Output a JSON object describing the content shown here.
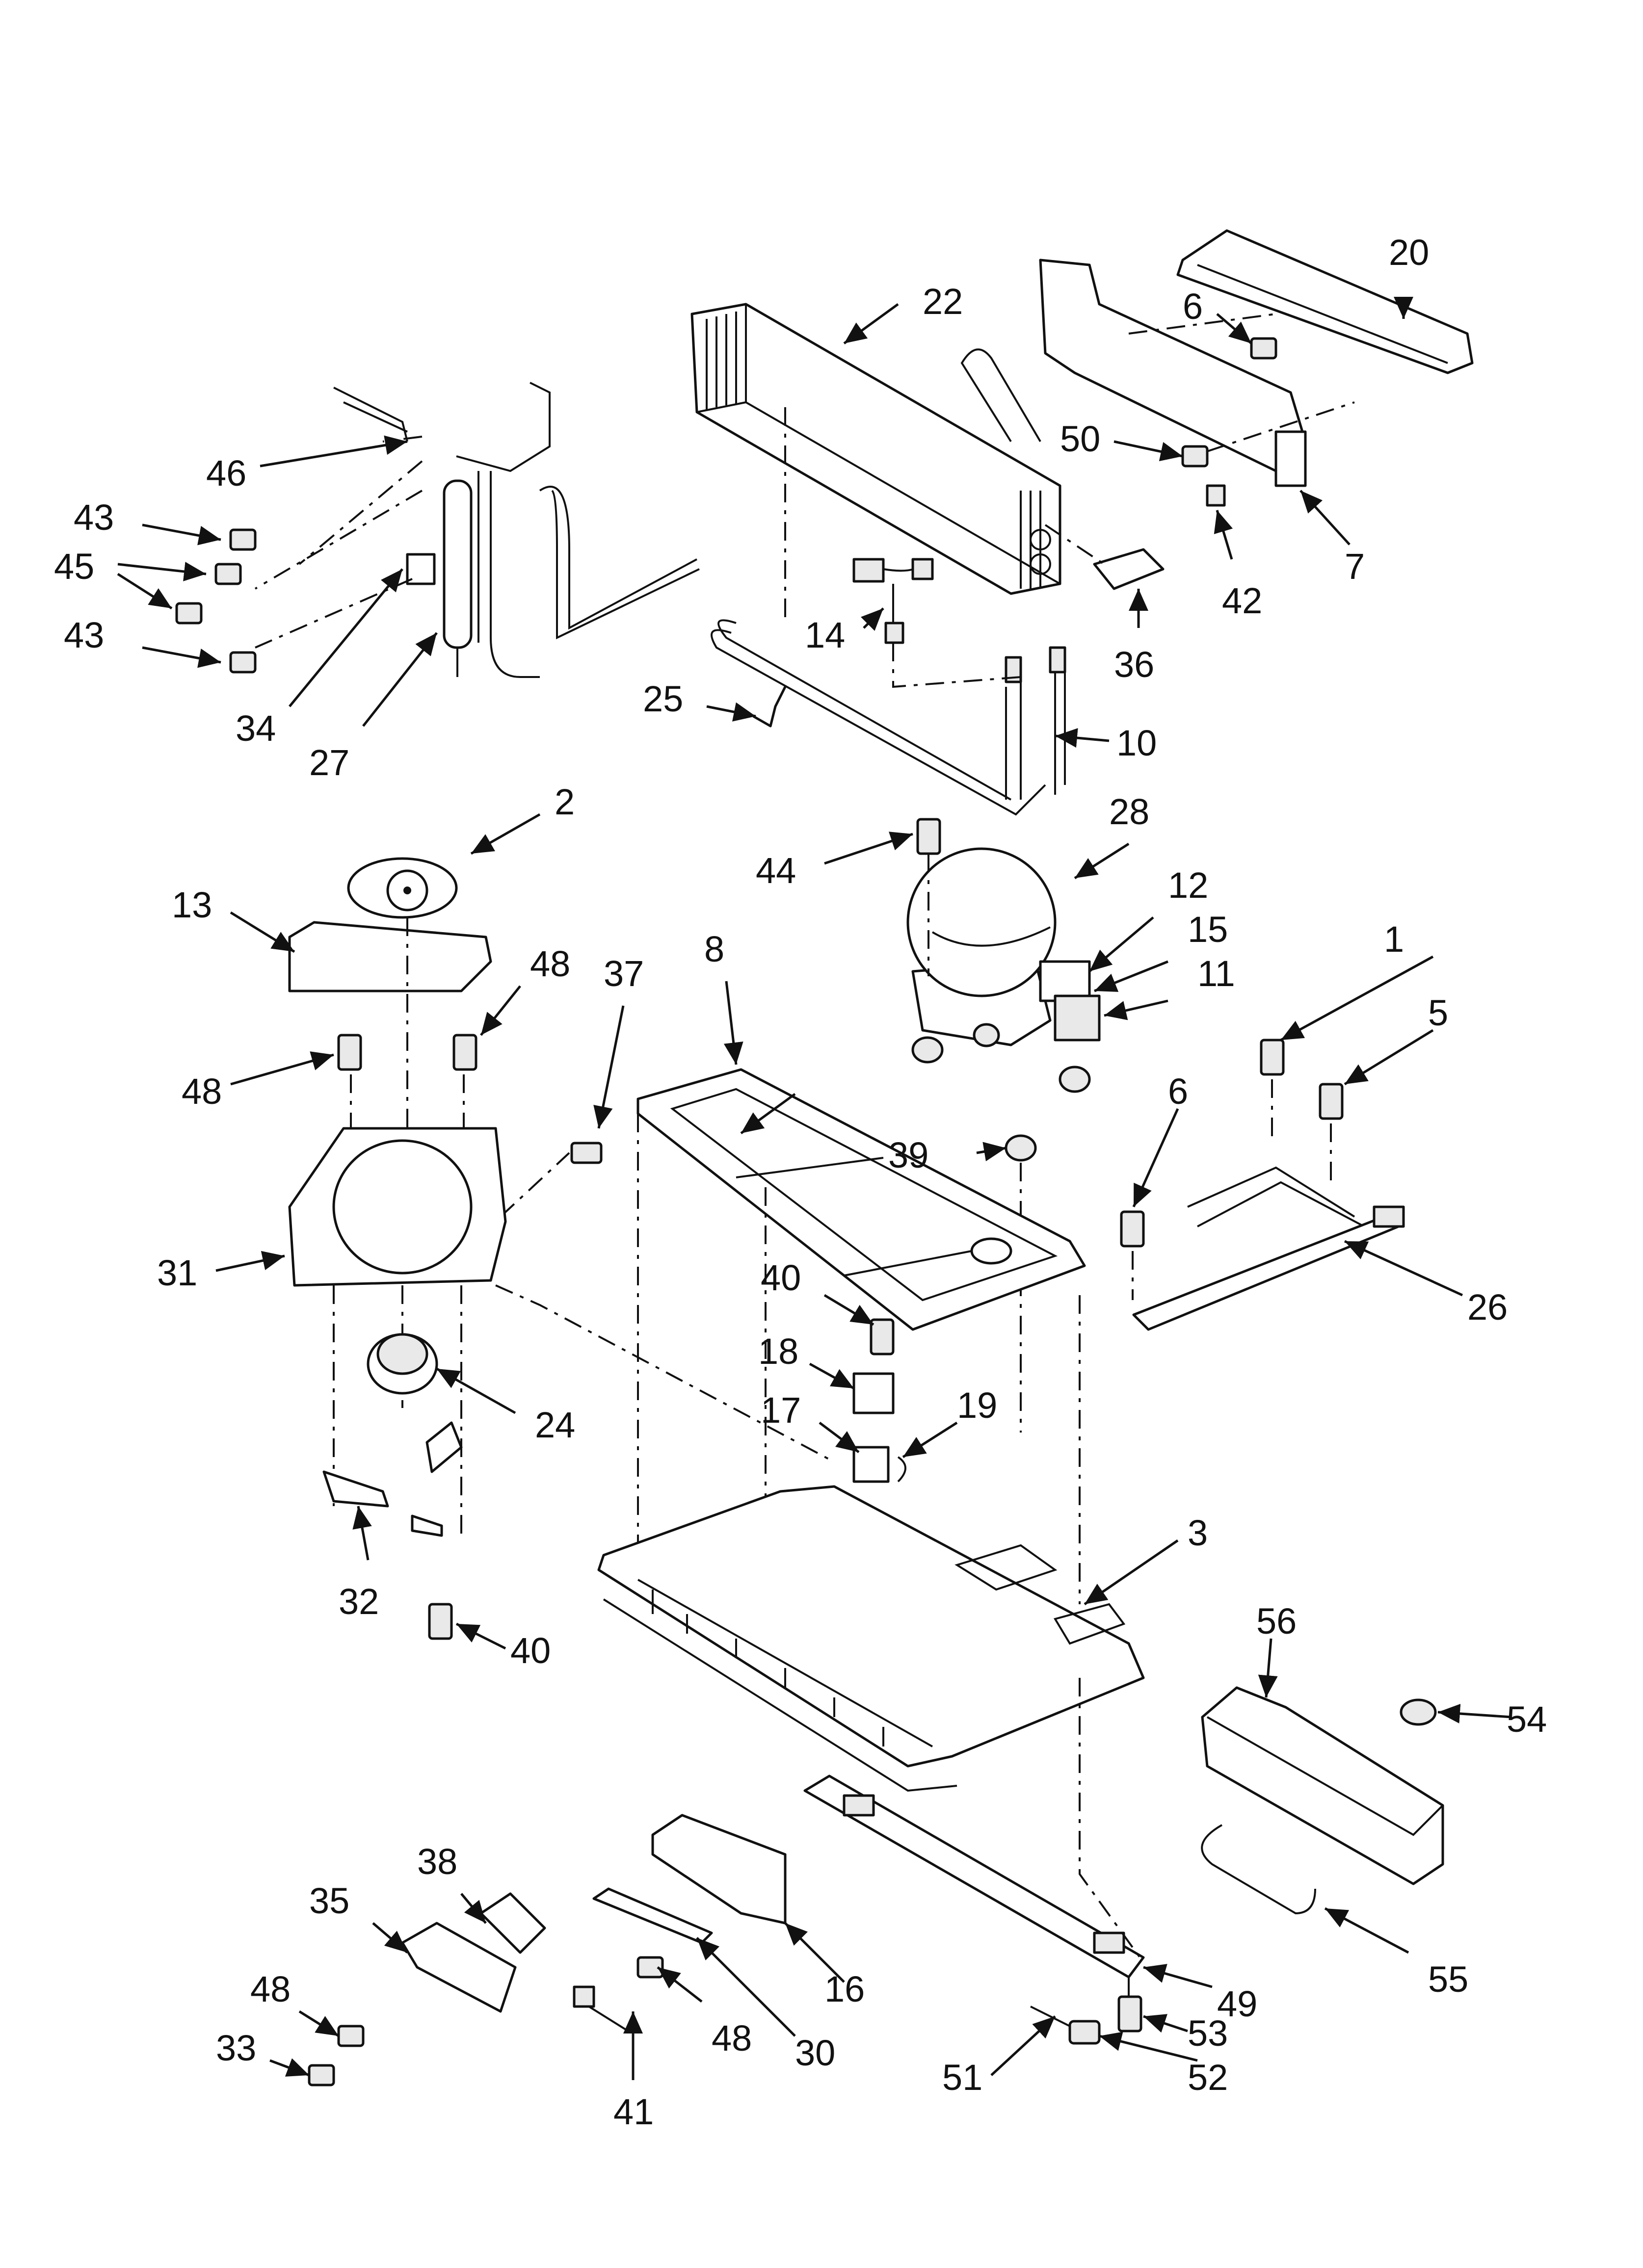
{
  "diagram": {
    "callouts": [
      {
        "id": "c-1",
        "label": "1"
      },
      {
        "id": "c-2",
        "label": "2"
      },
      {
        "id": "c-3",
        "label": "3"
      },
      {
        "id": "c-5",
        "label": "5"
      },
      {
        "id": "c-6a",
        "label": "6"
      },
      {
        "id": "c-6b",
        "label": "6"
      },
      {
        "id": "c-7",
        "label": "7"
      },
      {
        "id": "c-8",
        "label": "8"
      },
      {
        "id": "c-10",
        "label": "10"
      },
      {
        "id": "c-11",
        "label": "11"
      },
      {
        "id": "c-12",
        "label": "12"
      },
      {
        "id": "c-13",
        "label": "13"
      },
      {
        "id": "c-14",
        "label": "14"
      },
      {
        "id": "c-15",
        "label": "15"
      },
      {
        "id": "c-16",
        "label": "16"
      },
      {
        "id": "c-17",
        "label": "17"
      },
      {
        "id": "c-18",
        "label": "18"
      },
      {
        "id": "c-19",
        "label": "19"
      },
      {
        "id": "c-20",
        "label": "20"
      },
      {
        "id": "c-22",
        "label": "22"
      },
      {
        "id": "c-24",
        "label": "24"
      },
      {
        "id": "c-25",
        "label": "25"
      },
      {
        "id": "c-26",
        "label": "26"
      },
      {
        "id": "c-27",
        "label": "27"
      },
      {
        "id": "c-28",
        "label": "28"
      },
      {
        "id": "c-30",
        "label": "30"
      },
      {
        "id": "c-31",
        "label": "31"
      },
      {
        "id": "c-32",
        "label": "32"
      },
      {
        "id": "c-33",
        "label": "33"
      },
      {
        "id": "c-34",
        "label": "34"
      },
      {
        "id": "c-35",
        "label": "35"
      },
      {
        "id": "c-36",
        "label": "36"
      },
      {
        "id": "c-37",
        "label": "37"
      },
      {
        "id": "c-38",
        "label": "38"
      },
      {
        "id": "c-39",
        "label": "39"
      },
      {
        "id": "c-40a",
        "label": "40"
      },
      {
        "id": "c-40b",
        "label": "40"
      },
      {
        "id": "c-41",
        "label": "41"
      },
      {
        "id": "c-42",
        "label": "42"
      },
      {
        "id": "c-43a",
        "label": "43"
      },
      {
        "id": "c-43b",
        "label": "43"
      },
      {
        "id": "c-44",
        "label": "44"
      },
      {
        "id": "c-45",
        "label": "45"
      },
      {
        "id": "c-46",
        "label": "46"
      },
      {
        "id": "c-48a",
        "label": "48"
      },
      {
        "id": "c-48b",
        "label": "48"
      },
      {
        "id": "c-48c",
        "label": "48"
      },
      {
        "id": "c-48d",
        "label": "48"
      },
      {
        "id": "c-49",
        "label": "49"
      },
      {
        "id": "c-50",
        "label": "50"
      },
      {
        "id": "c-51",
        "label": "51"
      },
      {
        "id": "c-52",
        "label": "52"
      },
      {
        "id": "c-53",
        "label": "53"
      },
      {
        "id": "c-54",
        "label": "54"
      },
      {
        "id": "c-55",
        "label": "55"
      },
      {
        "id": "c-56",
        "label": "56"
      }
    ]
  }
}
